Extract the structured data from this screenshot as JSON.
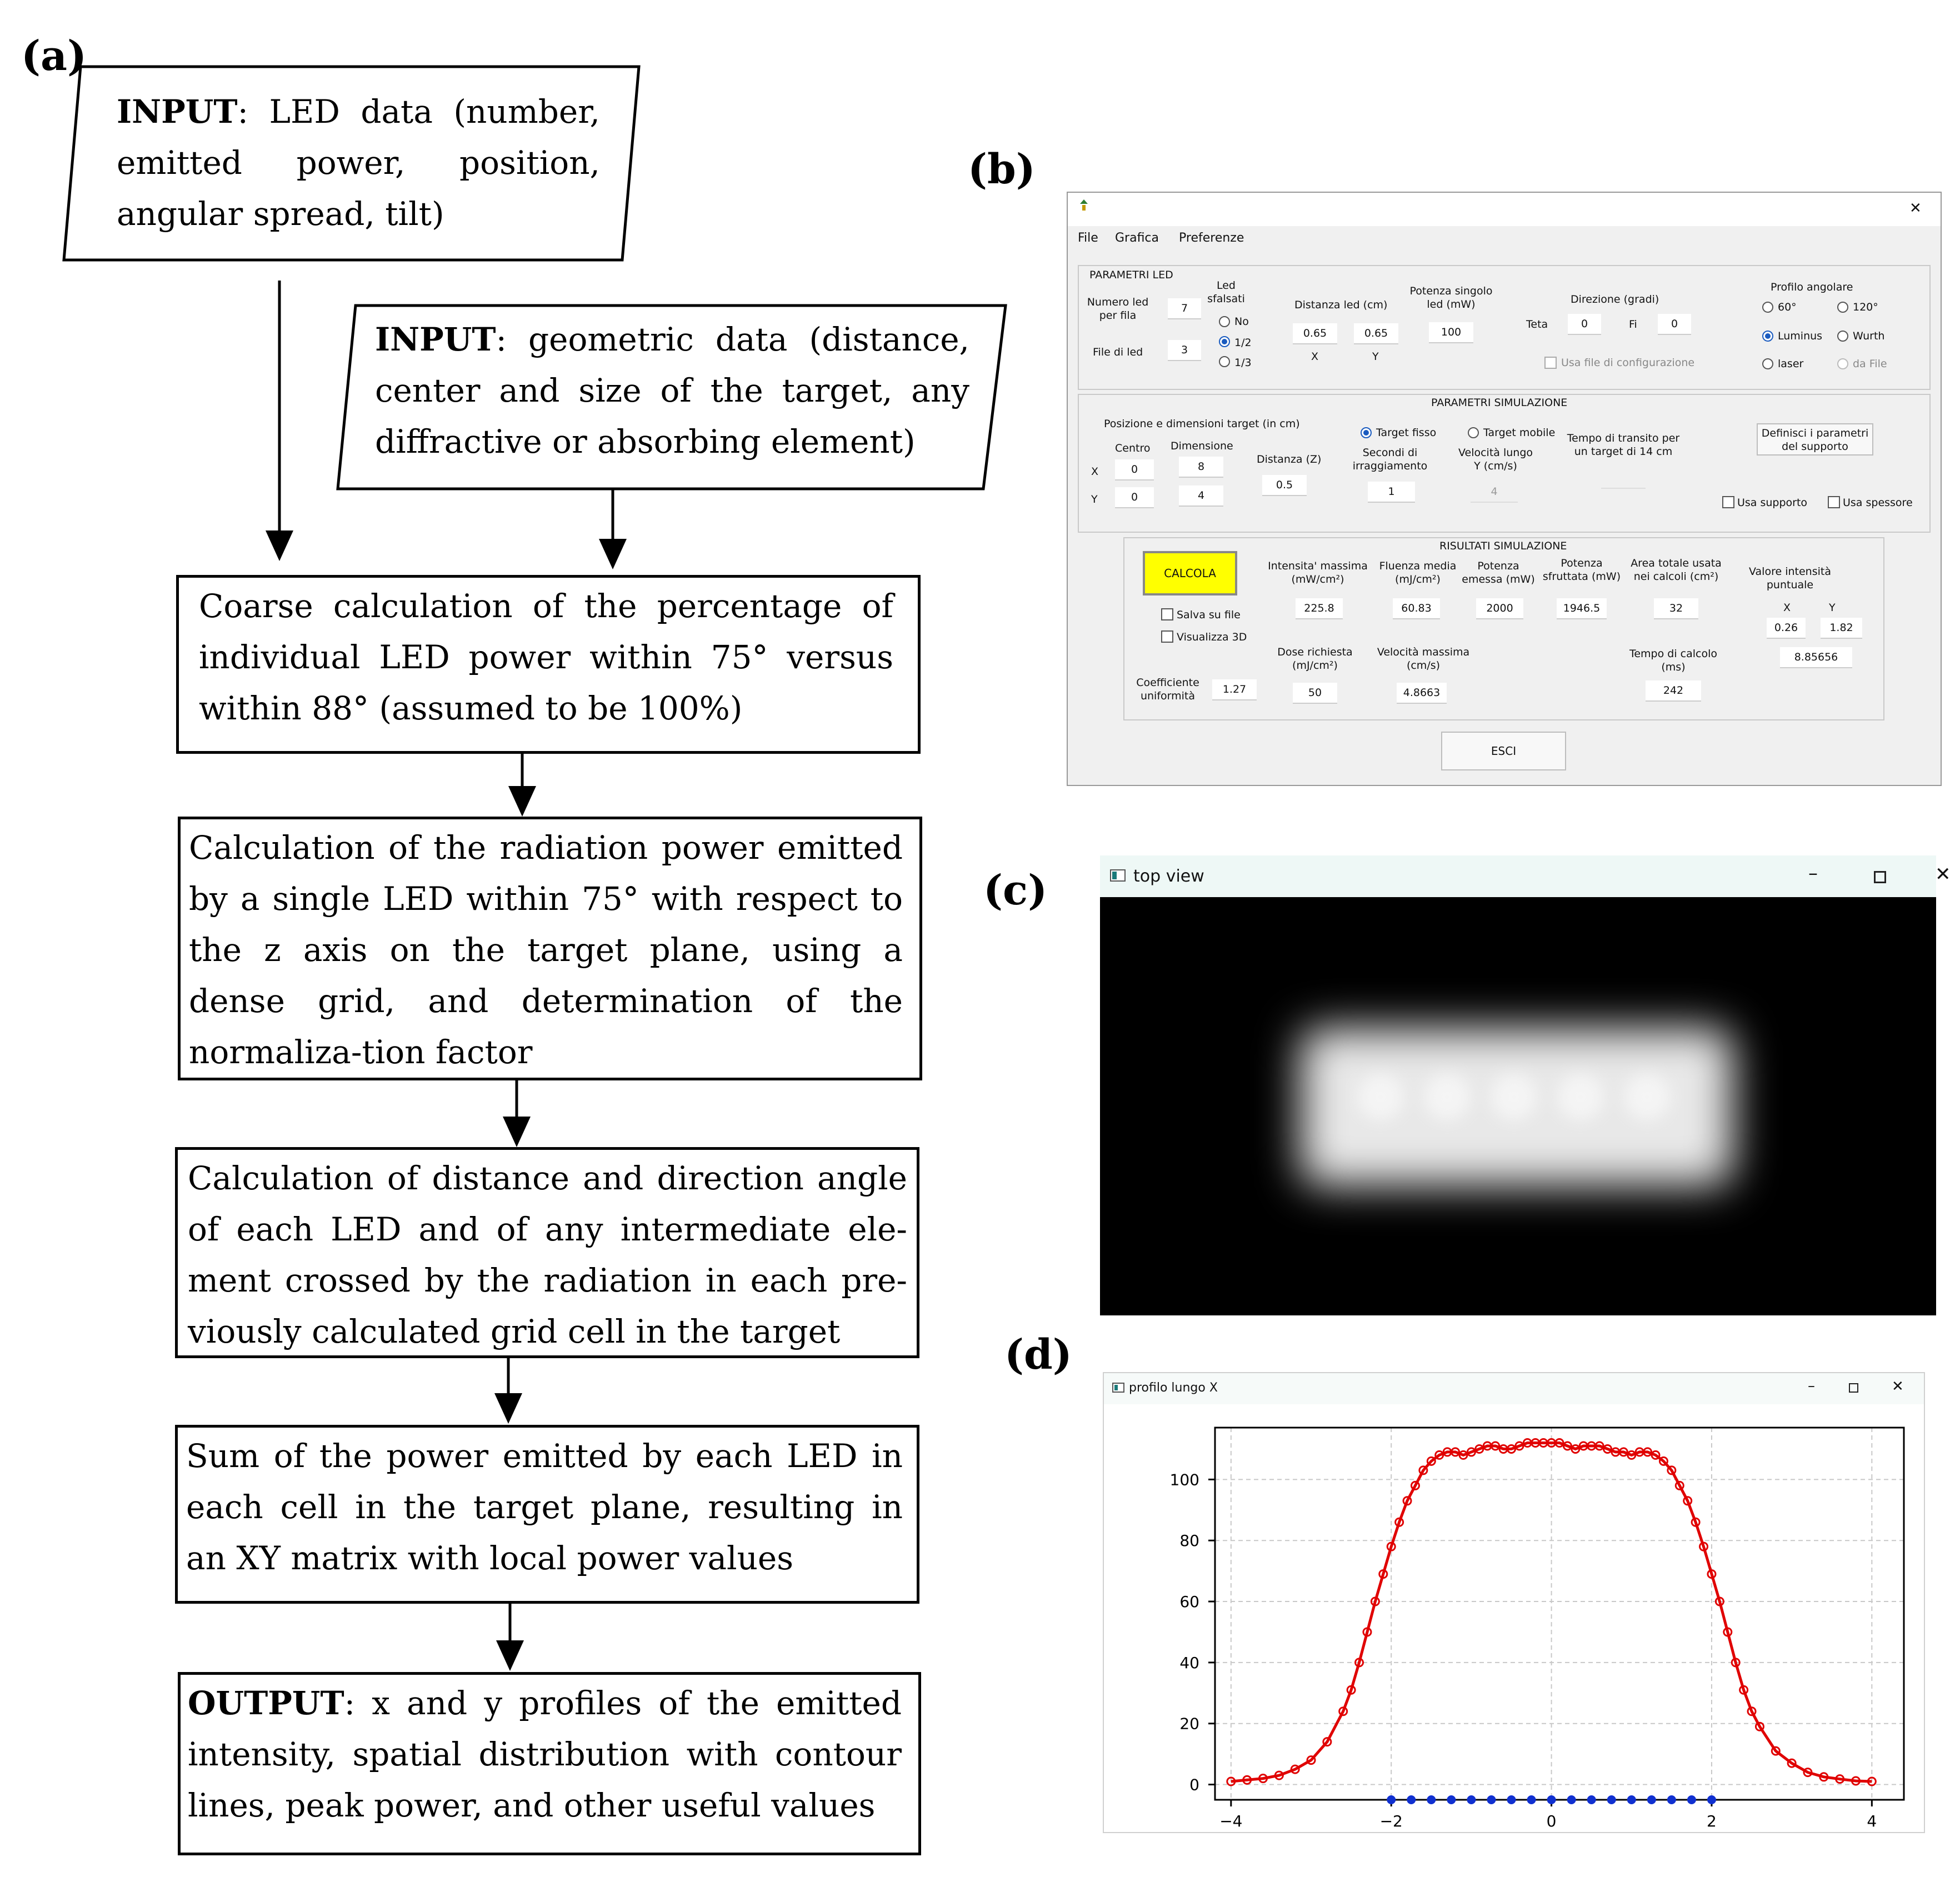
{
  "labels": {
    "a": "(a)",
    "b": "(b)",
    "c": "(c)",
    "d": "(d)"
  },
  "flowchart": {
    "input1": {
      "bold": "INPUT",
      "text": ": LED data (number, emitted power, position, angular spread, tilt)"
    },
    "input2": {
      "bold": "INPUT",
      "text": ": geometric data (distance, center and size of the target, any diffractive or absorbing element)"
    },
    "step1": "Coarse calculation of the percentage of individual LED power within 75° versus within 88° (assumed to be 100%)",
    "step2": "Calculation of the radiation power emitted by a single LED within 75° with respect to the z axis on the target plane, using a dense grid, and determination of the normaliza-tion factor",
    "step3": "Calculation of distance and direction angle of each LED and of any intermediate ele-ment crossed by the radiation in each pre-viously calculated grid cell in the target",
    "step4": "Sum of the power emitted by each LED in each cell in the target plane, resulting in an XY matrix with local power values",
    "output": {
      "bold": "OUTPUT",
      "text": ": x and y profiles of the emitted intensity, spatial distribution with contour lines, peak power, and other useful values"
    }
  },
  "gui": {
    "close": "✕",
    "menu": [
      "File",
      "Grafica",
      "Preferenze"
    ],
    "led": {
      "title": "PARAMETRI LED",
      "numero_label": "Numero led\nper fila",
      "numero": "7",
      "file_label": "File di led",
      "file": "3",
      "sfalsati_label": "Led\nsfalsati",
      "sfalsati_opts": [
        "No",
        "1/2",
        "1/3"
      ],
      "distanza_label": "Distanza led (cm)",
      "dist_x": "0.65",
      "dist_y": "0.65",
      "x": "X",
      "y": "Y",
      "potenza_label": "Potenza singolo\nled (mW)",
      "potenza": "100",
      "direzione_label": "Direzione  (gradi)",
      "teta_label": "Teta",
      "teta": "0",
      "fi_label": "Fi",
      "fi": "0",
      "usa_file": "Usa file di configurazione",
      "profilo_label": "Profilo angolare",
      "profilo_opts": [
        "60°",
        "120°",
        "Luminus",
        "Wurth",
        "laser",
        "da File"
      ]
    },
    "sim": {
      "title": "PARAMETRI SIMULAZIONE",
      "pos_label": "Posizione e dimensioni target (in cm)",
      "centro": "Centro",
      "dimensione": "Dimensione",
      "x": "X",
      "y": "Y",
      "cx": "0",
      "cy": "0",
      "dx": "8",
      "dy": "4",
      "distanza_label": "Distanza (Z)",
      "distanza": "0.5",
      "fisso": "Target fisso",
      "mobile": "Target mobile",
      "secondi_label": "Secondi di\nirraggiamento",
      "secondi": "1",
      "velocita_label": "Velocità lungo\nY (cm/s)",
      "velocita": "4",
      "tempo_label": "Tempo di transito per\nun target di 14 cm",
      "definisci": "Definisci i parametri\ndel supporto",
      "usa_supporto": "Usa supporto",
      "usa_spessore": "Usa spessore"
    },
    "ris": {
      "title": "RISULTATI SIMULAZIONE",
      "calcola": "CALCOLA",
      "salva": "Salva su file",
      "vis3d": "Visualizza 3D",
      "intensita_label": "Intensita' massima\n(mW/cm²)",
      "intensita": "225.8",
      "fluenza_label": "Fluenza media\n(mJ/cm²)",
      "fluenza": "60.83",
      "potenza_em_label": "Potenza\nemessa (mW)",
      "potenza_em": "2000",
      "potenza_sf_label": "Potenza\nsfruttata (mW)",
      "potenza_sf": "1946.5",
      "area_label": "Area totale usata\nnei calcoli (cm²)",
      "area": "32",
      "valore_label": "Valore intensità\npuntuale",
      "vx_label": "X",
      "vy_label": "Y",
      "vx": "0.26",
      "vy": "1.82",
      "valore": "8.85656",
      "dose_label": "Dose richiesta\n(mJ/cm²)",
      "dose": "50",
      "velmax_label": "Velocità massima\n(cm/s)",
      "velmax": "4.8663",
      "tempo_label": "Tempo di calcolo\n(ms)",
      "tempo": "242",
      "coeff_label": "Coefficiente\nuniformità",
      "coeff": "1.27"
    },
    "esci": "ESCI"
  },
  "topview": {
    "title": "top view"
  },
  "profile": {
    "title": "profilo lungo X"
  },
  "chart_data": {
    "type": "scatter",
    "title": "",
    "xlabel": "",
    "ylabel": "",
    "xlim": [
      -4.2,
      4.4
    ],
    "ylim": [
      -5,
      117
    ],
    "xticks": [
      -4,
      -2,
      0,
      2,
      4
    ],
    "yticks": [
      0,
      20,
      40,
      60,
      80,
      100
    ],
    "grid": true,
    "series": [
      {
        "color": "#e00000",
        "x": [
          -4.0,
          -3.8,
          -3.6,
          -3.4,
          -3.2,
          -3.0,
          -2.8,
          -2.6,
          -2.5,
          -2.4,
          -2.3,
          -2.2,
          -2.1,
          -2.0,
          -1.9,
          -1.8,
          -1.7,
          -1.6,
          -1.5,
          -1.4,
          -1.3,
          -1.2,
          -1.1,
          -1.0,
          -0.9,
          -0.8,
          -0.7,
          -0.6,
          -0.5,
          -0.4,
          -0.3,
          -0.2,
          -0.1,
          0.0,
          0.1,
          0.2,
          0.3,
          0.4,
          0.5,
          0.6,
          0.7,
          0.8,
          0.9,
          1.0,
          1.1,
          1.2,
          1.3,
          1.4,
          1.5,
          1.6,
          1.7,
          1.8,
          1.9,
          2.0,
          2.1,
          2.2,
          2.3,
          2.4,
          2.5,
          2.6,
          2.8,
          3.0,
          3.2,
          3.4,
          3.6,
          3.8,
          4.0
        ],
        "y": [
          1,
          1.5,
          2,
          3,
          5,
          8,
          14,
          24,
          31,
          40,
          50,
          60,
          69,
          78,
          86,
          93,
          98,
          103,
          106,
          108,
          109,
          109,
          108,
          109,
          110,
          111,
          111,
          110,
          110,
          111,
          112,
          112,
          112,
          112,
          112,
          111,
          110,
          111,
          111,
          111,
          110,
          109,
          109,
          108,
          109,
          109,
          108,
          106,
          103,
          98,
          93,
          86,
          78,
          69,
          60,
          50,
          40,
          31,
          24,
          19,
          11,
          7,
          4,
          2.5,
          1.8,
          1.2,
          1
        ]
      },
      {
        "color": "#1030d0",
        "x": [
          -2.0,
          -1.75,
          -1.5,
          -1.25,
          -1.0,
          -0.75,
          -0.5,
          -0.25,
          0.0,
          0.25,
          0.5,
          0.75,
          1.0,
          1.25,
          1.5,
          1.75,
          2.0
        ],
        "y": [
          -5,
          -5,
          -5,
          -5,
          -5,
          -5,
          -5,
          -5,
          -5,
          -5,
          -5,
          -5,
          -5,
          -5,
          -5,
          -5,
          -5
        ]
      }
    ]
  }
}
